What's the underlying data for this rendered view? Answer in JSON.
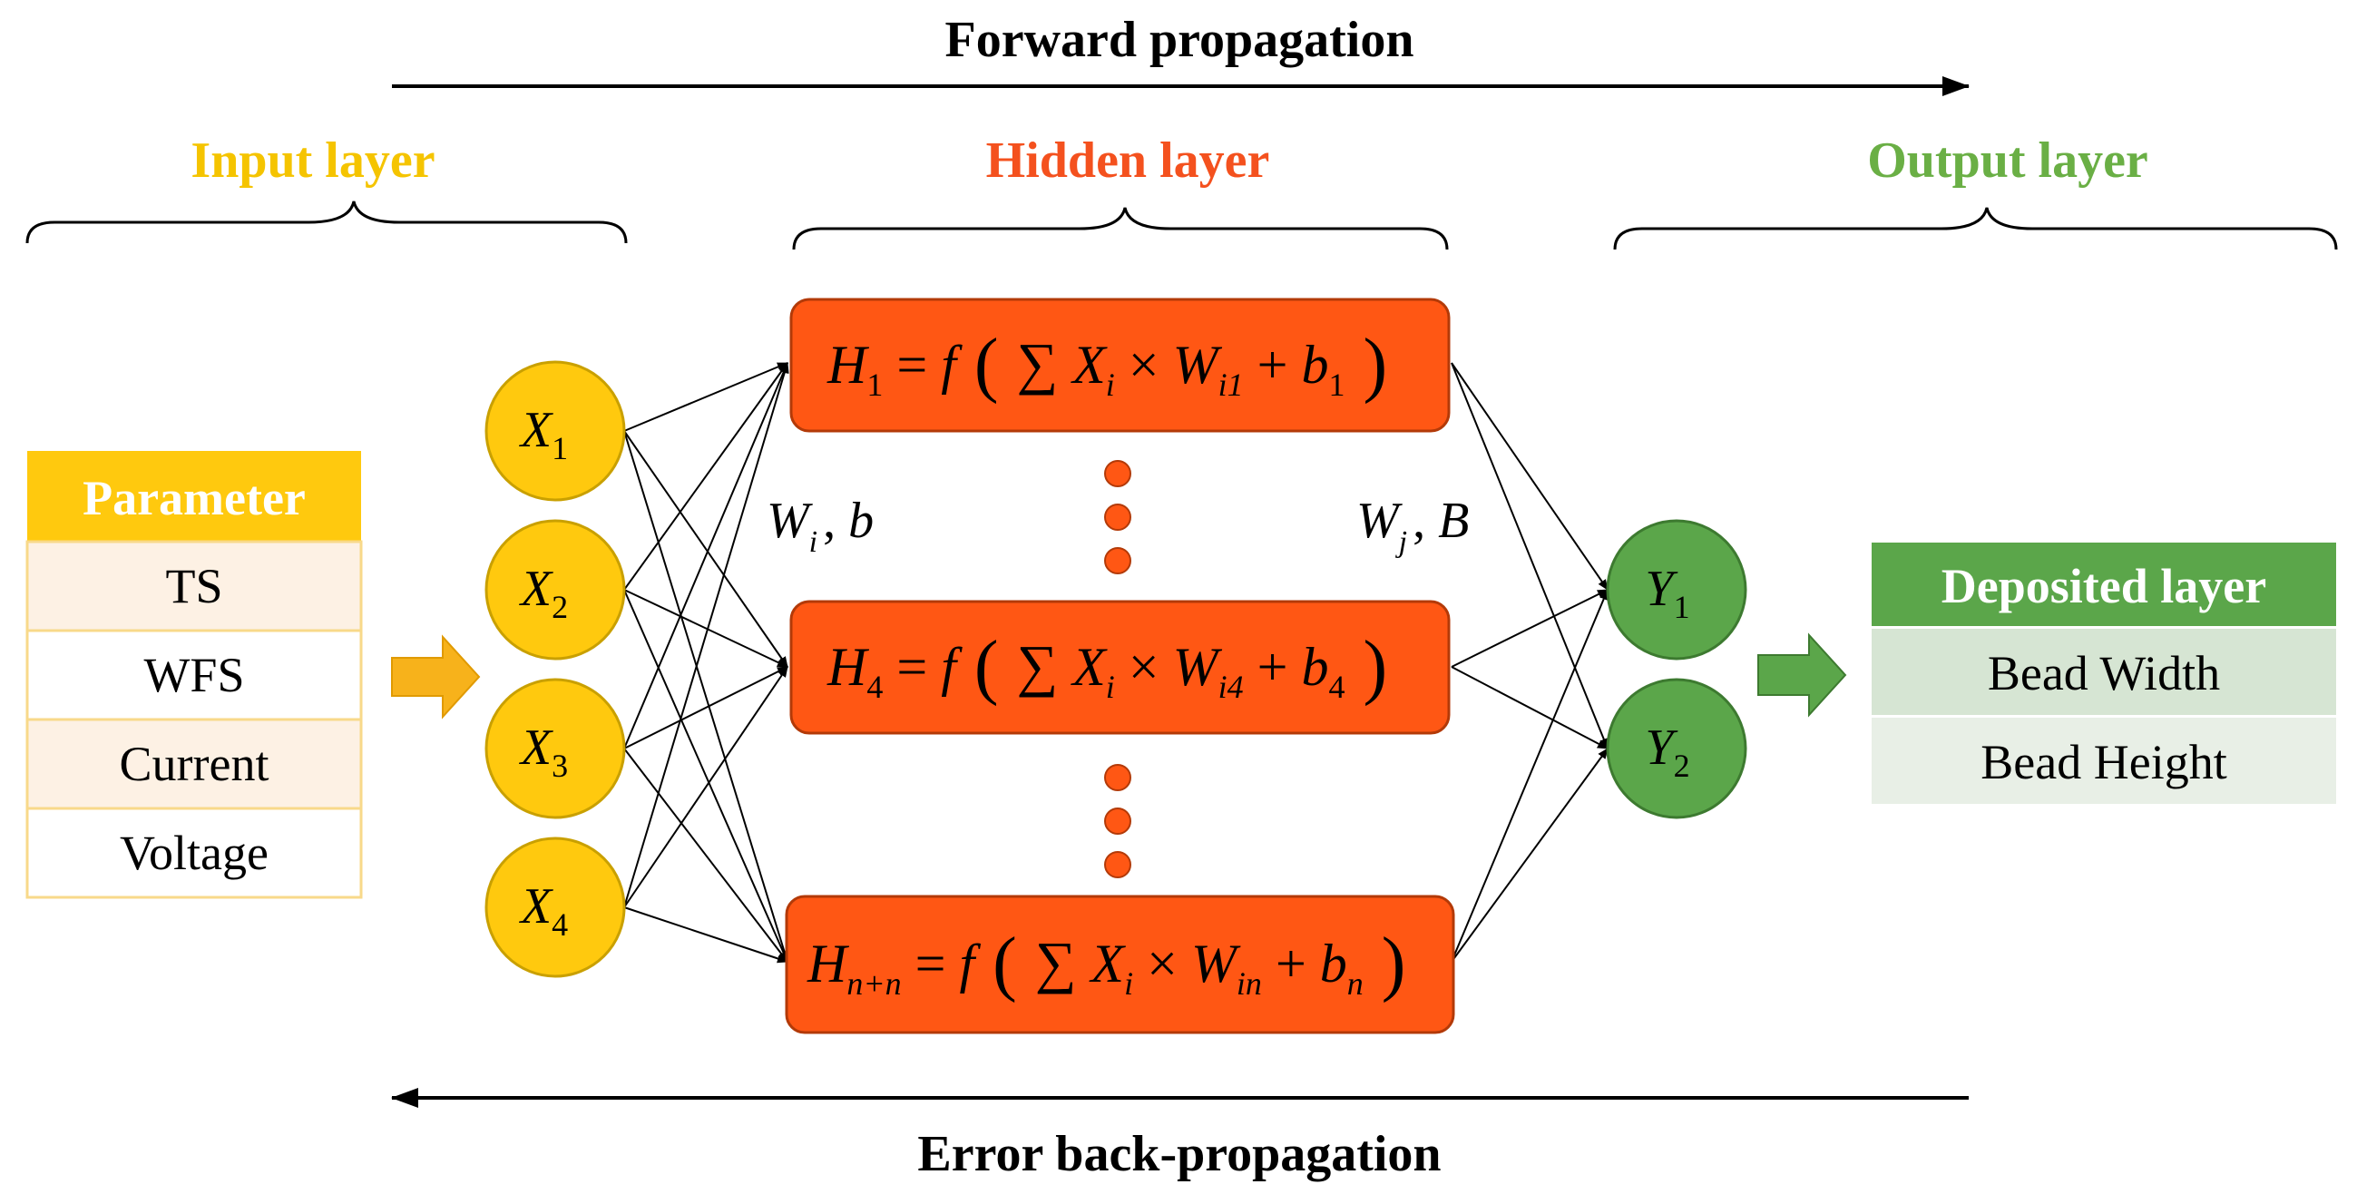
{
  "titles": {
    "forward": "Forward propagation",
    "backward": "Error back-propagation",
    "input_layer": "Input layer",
    "hidden_layer": "Hidden layer",
    "output_layer": "Output layer"
  },
  "colors": {
    "input": "#FFC90E",
    "input_text": "#F5C400",
    "input_row_tint": "#FDF1E4",
    "hidden": "#FF5714",
    "hidden_text": "#F4511E",
    "output": "#5BA64A",
    "output_text": "#6AAF45",
    "output_row_tint": "#E3EDE1"
  },
  "parameter_table": {
    "header": "Parameter",
    "rows": [
      "TS",
      "WFS",
      "Current",
      "Voltage"
    ]
  },
  "input_nodes": [
    {
      "var": "X",
      "sub": "1"
    },
    {
      "var": "X",
      "sub": "2"
    },
    {
      "var": "X",
      "sub": "3"
    },
    {
      "var": "X",
      "sub": "4"
    }
  ],
  "hidden_nodes": [
    {
      "lhs": "H",
      "lhs_sub": "1",
      "f": "f",
      "x": "X",
      "x_sub": "i",
      "w": "W",
      "w_sub": "i1",
      "b": "b",
      "b_sub": "1"
    },
    {
      "lhs": "H",
      "lhs_sub": "4",
      "f": "f",
      "x": "X",
      "x_sub": "i",
      "w": "W",
      "w_sub": "i4",
      "b": "b",
      "b_sub": "4"
    },
    {
      "lhs": "H",
      "lhs_sub": "n+n",
      "f": "f",
      "x": "X",
      "x_sub": "i",
      "w": "W",
      "w_sub": "in",
      "b": "b",
      "b_sub": "n"
    }
  ],
  "weights_left": {
    "w": "W",
    "w_sub": "i",
    "sep": ",",
    "b": "b"
  },
  "weights_right": {
    "w": "W",
    "w_sub": "j",
    "sep": ",",
    "b": "B"
  },
  "output_nodes": [
    {
      "var": "Y",
      "sub": "1"
    },
    {
      "var": "Y",
      "sub": "2"
    }
  ],
  "deposited_table": {
    "header": "Deposited layer",
    "rows": [
      "Bead Width",
      "Bead Height"
    ]
  }
}
